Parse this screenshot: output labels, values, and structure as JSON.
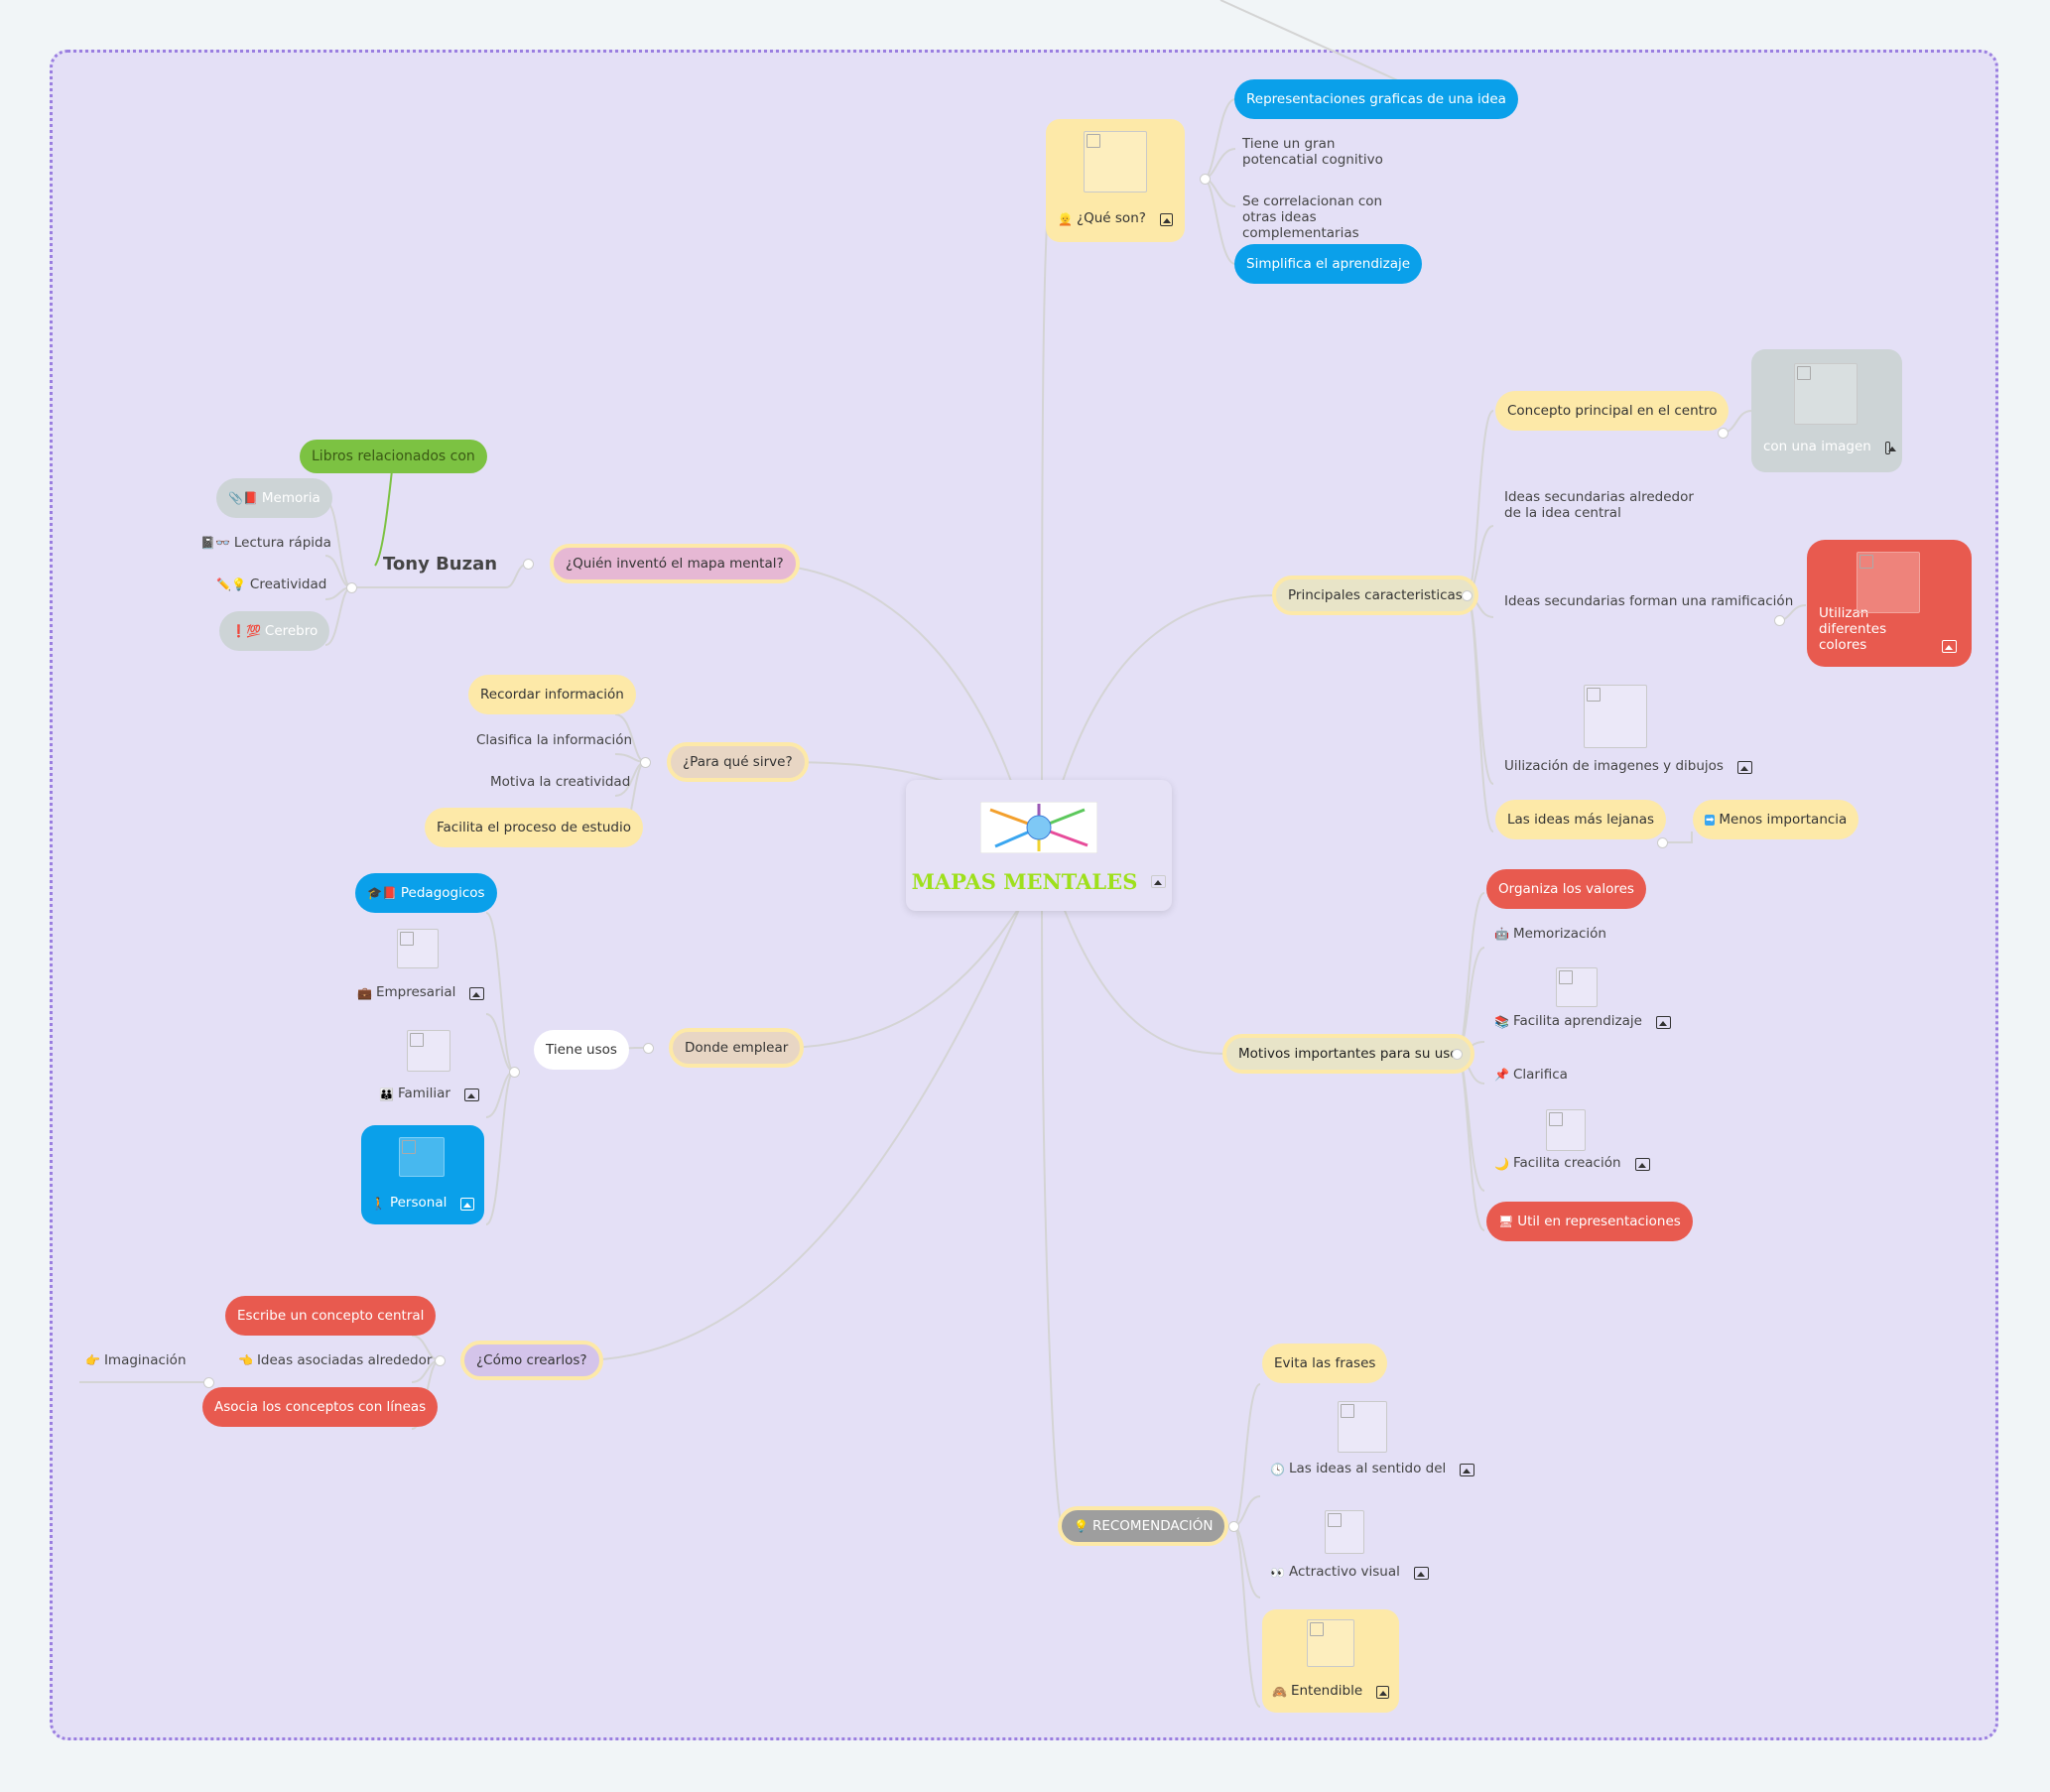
{
  "center": {
    "title": "MAPAS MENTALES"
  },
  "que_son": {
    "label": "¿Qué son?",
    "emoji": "👱",
    "children": [
      "Representaciones graficas de una idea",
      "Tiene un gran potencatial cognitivo",
      "Se correlacionan con otras ideas complementarias",
      "Simplifica el aprendizaje"
    ]
  },
  "caracteristicas": {
    "label": "Principales caracteristicas",
    "children": [
      "Concepto principal en el centro",
      "con una imagen",
      "Ideas secundarias alrededor de la idea central",
      "Ideas secundarias forman una ramificación",
      "Utilizan diferentes colores",
      "Uilización de imagenes y dibujos",
      "Las ideas más lejanas",
      "Menos importancia"
    ]
  },
  "motivos": {
    "label": "Motivos importantes para su uso",
    "children": [
      "Organiza los valores",
      "Memorización",
      "Facilita aprendizaje",
      "Clarifica",
      "Facilita creación",
      "Util en representaciones"
    ]
  },
  "recomendacion": {
    "label": "RECOMENDACIÓN",
    "children": [
      "Evita las frases",
      "Las ideas al sentido del",
      "Actractivo visual",
      "Entendible"
    ]
  },
  "quien": {
    "label": "¿Quién inventó el mapa mental?",
    "person": "Tony Buzan",
    "callout": "Libros relacionados con",
    "children": [
      "Memoria",
      "Lectura rápida",
      "Creatividad",
      "Cerebro"
    ]
  },
  "para_que": {
    "label": "¿Para qué sirve?",
    "children": [
      "Recordar información",
      "Clasifica la información",
      "Motiva la creatividad",
      "Facilita el proceso de estudio"
    ]
  },
  "donde": {
    "label": "Donde emplear",
    "sub": "Tiene usos",
    "children": [
      "Pedagogicos",
      "Empresarial",
      "Familiar",
      "Personal"
    ]
  },
  "como": {
    "label": "¿Cómo crearlos?",
    "children": [
      "Escribe un concepto central",
      "Ideas asociadas alrededor",
      "Imaginación",
      "Asocia los conceptos con líneas"
    ]
  },
  "colors": {
    "frame": "#e4e0f6",
    "border": "#9a7ee0",
    "blue": "#0aa0ea",
    "red": "#e85a4f",
    "yellow": "#fde9a8",
    "title": "#9ee01c"
  }
}
